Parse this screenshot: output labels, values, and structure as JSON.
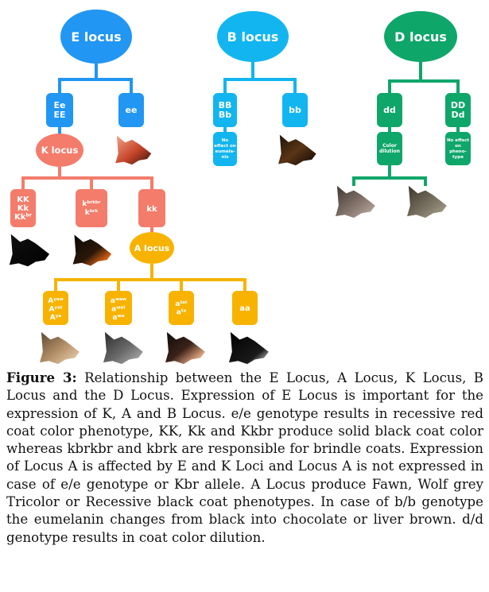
{
  "colors": {
    "e_locus": "#2196f3",
    "b_locus": "#12b5f0",
    "d_locus": "#0fa66a",
    "k_locus": "#f47c6b",
    "a_locus": "#f7b300",
    "text_on_node": "#ffffff"
  },
  "diagram": {
    "e_locus": {
      "title": "E locus",
      "genotypes": [
        "Ee\nEE",
        "ee"
      ]
    },
    "b_locus": {
      "title": "B locus",
      "genotypes": [
        "BB\nBb",
        "bb"
      ],
      "note": "No\neffect on\neumela-\nnis"
    },
    "d_locus": {
      "title": "D locus",
      "genotypes": [
        "dd",
        "DD\nDd"
      ],
      "note_dd": "Color\ndilution",
      "note_DD": "No effect\non\npheno-\ntype"
    },
    "k_locus": {
      "title": "K locus",
      "genotypes": [
        "KK\nKk\nKk^br",
        "k^brk^br\nk^brk",
        "kk"
      ]
    },
    "a_locus": {
      "title": "A locus",
      "genotypes": [
        "A^ya^w\nA^ya^t\nA^ya",
        "a^wa^w\na^wa^t\na^wa",
        "a^ta^t\na^ta",
        "aa"
      ]
    },
    "dog_icons": [
      "red-dog-head-icon",
      "black-dog-head-icon-bb",
      "grey-dog-head-icon-dilution",
      "olive-dog-head-icon",
      "black-dog-head-icon",
      "brindle-dog-head-icon",
      "fawn-dog-head-icon",
      "wolf-grey-dog-head-icon",
      "tricolor-dog-head-icon",
      "recessive-black-dog-head-icon"
    ]
  },
  "caption": {
    "label": "Figure 3:",
    "text": " Relationship between the E Locus, A Locus, K Locus, B Locus and the D Locus. Expression of E Locus is important for the expression of K, A and B Locus. e/e genotype results in recessive red coat color phenotype, KK, Kk and Kkbr produce solid black coat color whereas kbrkbr and kbrk are responsible for brindle coats. Expression of Locus A is affected by E and K Loci and Locus A is not expressed in case of e/e genotype or Kbr allele. A Locus produce Fawn, Wolf grey Tricolor or Recessive black coat phenotypes. In case of b/b genotype the eumelanin changes from black into chocolate or liver brown. d/d genotype results in coat color dilution."
  }
}
